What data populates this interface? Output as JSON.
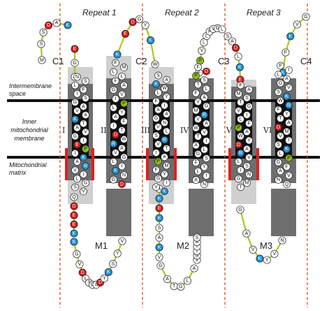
{
  "repeats": [
    "Repeat 1",
    "Repeat 2",
    "Repeat 3"
  ],
  "segments": [
    "C1",
    "C2",
    "C3",
    "C4",
    "M1",
    "M2",
    "M3"
  ],
  "helices": [
    "I",
    "II",
    "III",
    "IV",
    "V",
    "VI"
  ],
  "regions": {
    "ims_line1": "Intermembrane",
    "ims_line2": "space",
    "imm_line1": "Inner",
    "imm_line2": "mitochondrial",
    "imm_line3": "membrane",
    "matrix_line1": "Mitochondrial",
    "matrix_line2": "matrix"
  },
  "colors": {
    "membrane_black": "#111111",
    "helix_dark_grey": "#6e6e6e",
    "helix_light_grey": "#cfcfcf",
    "basic_residue_blue": "#1f8fce",
    "acidic_residue_red": "#d11a1a",
    "polar_residue_green": "#8cbf1a",
    "neutral_residue": "#ffffff",
    "backbone_link": "#a4cc1c",
    "divider_orange": "#d9541e",
    "signature_red": "#e02020"
  },
  "loop_residues": {
    "n_term": [
      "M",
      "S",
      "S",
      "D",
      "A",
      "K"
    ],
    "c1": [
      "E",
      "G",
      "A"
    ],
    "m1_top": [
      "Q",
      "D",
      "E",
      "E",
      "K"
    ],
    "m1_bottom": [
      "K",
      "G",
      "V",
      "D",
      "L",
      "T",
      "G",
      "L",
      "D",
      "Y",
      "K",
      "S",
      "Y",
      "V"
    ],
    "c2": [
      "K",
      "E",
      "D",
      "G",
      "Y",
      "K",
      "W"
    ],
    "m2_left": [
      "A",
      "K",
      "E",
      "K",
      "S",
      "A",
      "K",
      "V"
    ],
    "m2_bottom": [
      "G",
      "A",
      "T",
      "G",
      "L",
      "A"
    ],
    "m2_right": [
      "V",
      "G",
      "Y",
      "Y",
      "A",
      "S"
    ],
    "c3_left": [
      "F",
      "P",
      "V",
      "L",
      "L",
      "F",
      "V",
      "G",
      "L"
    ],
    "c3_right": [
      "S",
      "A",
      "D",
      "L",
      "K",
      "E"
    ],
    "m3": [
      "G",
      "A",
      "V",
      "K",
      "Y",
      "V",
      "N"
    ],
    "c_term": [
      "K",
      "F",
      "K",
      "V",
      "G"
    ]
  },
  "helix_residues": {
    "I": [
      "N",
      "S",
      "L",
      "F",
      "I",
      "S",
      "G",
      "A",
      "V",
      "A",
      "K",
      "T",
      "A",
      "V",
      "G",
      "I",
      "E",
      "P",
      "I",
      "K",
      "A",
      "R",
      "V",
      "I",
      "L",
      "G",
      "S",
      "V"
    ],
    "II": [
      "F",
      "M",
      "L",
      "L",
      "F",
      "A",
      "G",
      "V",
      "I",
      "P",
      "L",
      "Y",
      "A",
      "F",
      "I",
      "T",
      "D",
      "W",
      "R",
      "A",
      "V",
      "G",
      "L",
      "I",
      "K",
      "N",
      "G",
      "D"
    ],
    "III": [
      "S",
      "A",
      "K",
      "W",
      "L",
      "Y",
      "F",
      "I",
      "A",
      "A",
      "G",
      "N",
      "V",
      "L",
      "S",
      "R",
      "V",
      "T",
      "I",
      "A",
      "P",
      "M",
      "F",
      "Y",
      "G",
      "I",
      "V",
      "K"
    ],
    "IV": [
      "F",
      "D",
      "P",
      "S",
      "T",
      "L",
      "F",
      "A",
      "V",
      "G",
      "M",
      "R",
      "V",
      "A",
      "W",
      "V",
      "T",
      "I",
      "A",
      "L",
      "G",
      "S",
      "F",
      "Y",
      "L",
      "I",
      "A",
      "N"
    ],
    "V": [
      "F",
      "A",
      "M",
      "S",
      "T",
      "G",
      "V",
      "I",
      "L",
      "F",
      "P",
      "A",
      "W",
      "Y",
      "D",
      "A",
      "R",
      "V",
      "L",
      "S",
      "I",
      "N",
      "G",
      "M",
      "T"
    ],
    "VI": [
      "F",
      "I",
      "L",
      "A",
      "G",
      "V",
      "S",
      "K",
      "W",
      "R",
      "F",
      "Y",
      "T",
      "A",
      "D",
      "M",
      "V",
      "I",
      "S",
      "K",
      "L",
      "P",
      "G",
      "F",
      "A",
      "V",
      "N",
      "Q"
    ]
  }
}
